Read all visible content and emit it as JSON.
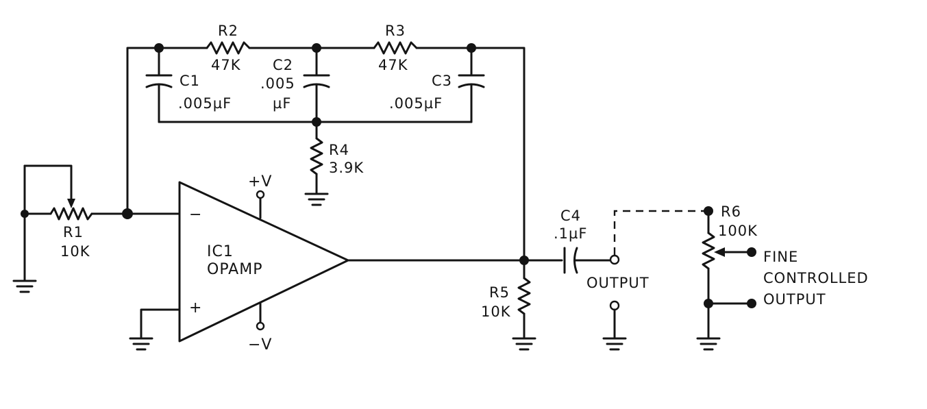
{
  "components": {
    "r1": {
      "name": "R1",
      "value": "10K"
    },
    "r2": {
      "name": "R2",
      "value": "47K"
    },
    "r3": {
      "name": "R3",
      "value": "47K"
    },
    "r4": {
      "name": "R4",
      "value": "3.9K"
    },
    "r5": {
      "name": "R5",
      "value": "10K"
    },
    "r6": {
      "name": "R6",
      "value": "100K"
    },
    "c1": {
      "name": "C1",
      "value": ".005µF"
    },
    "c2": {
      "name": "C2",
      "value_line1": ".005",
      "value_line2": "µF"
    },
    "c3": {
      "name": "C3",
      "value": ".005µF"
    },
    "c4": {
      "name": "C4",
      "value": ".1µF"
    },
    "ic1": {
      "name": "IC1",
      "type": "OPAMP",
      "inverting": "−",
      "noninverting": "+"
    }
  },
  "supply": {
    "positive": "+V",
    "negative": "−V"
  },
  "outputs": {
    "main": "OUTPUT",
    "fine_line1": "FINE",
    "fine_line2": "CONTROLLED",
    "fine_line3": "OUTPUT"
  }
}
